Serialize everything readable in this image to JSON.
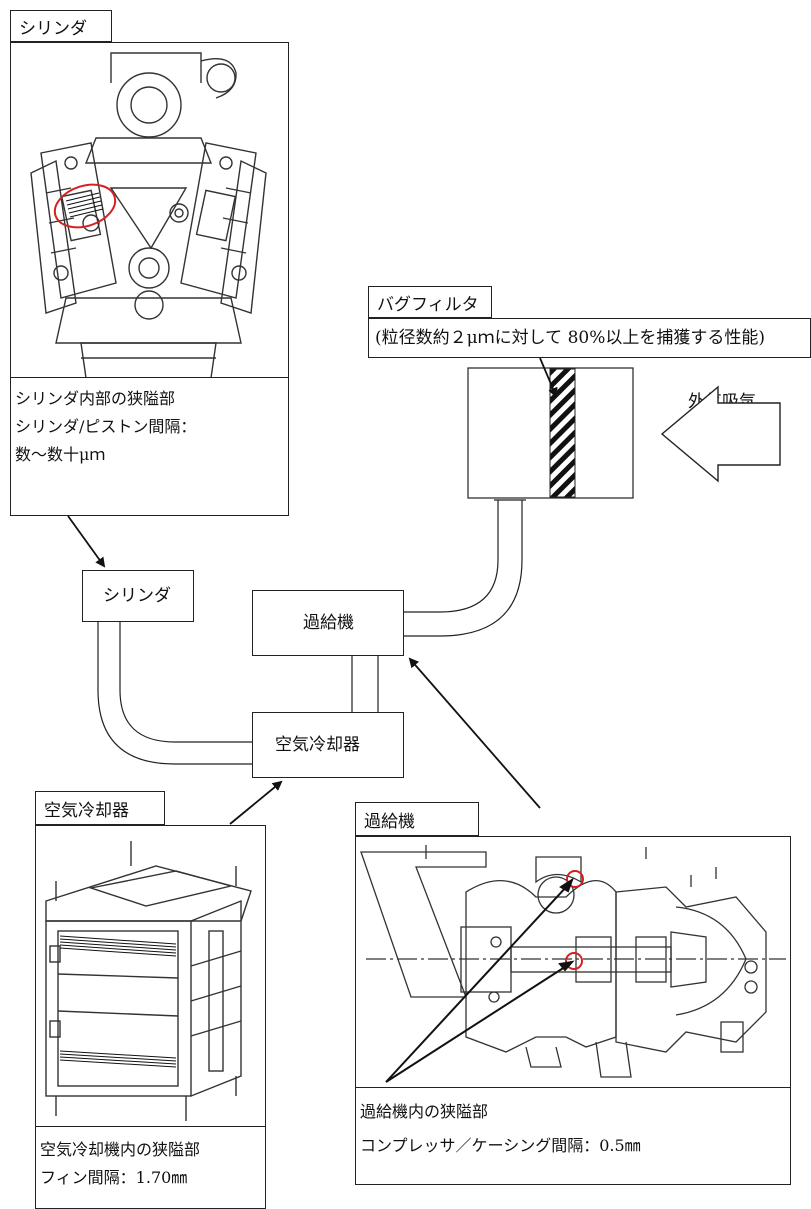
{
  "cylinder_panel": {
    "title": "シリンダ",
    "desc_line1": "シリンダ内部の狭隘部",
    "desc_line2": "シリンダ/ピストン間隔：",
    "desc_line3": "数～数十μｍ"
  },
  "bag_filter": {
    "title": "バグフィルタ",
    "spec": "(粒径数約２μｍに対して 80%以上を捕獲する性能)"
  },
  "outside_air": {
    "label": "外気吸気"
  },
  "flow_boxes": {
    "cylinder": "シリンダ",
    "turbocharger": "過給機",
    "air_cooler": "空気冷却器"
  },
  "air_cooler_panel": {
    "title": "空気冷却器",
    "desc_line1": "空気冷却機内の狭隘部",
    "desc_line2": "フィン間隔：1.70㎜"
  },
  "turbo_panel": {
    "title": "過給機",
    "desc_line1": "過給機内の狭隘部",
    "desc_line2": "コンプレッサ／ケーシング間隔：0.5㎜"
  },
  "colors": {
    "highlight": "#d62020",
    "line": "#222222"
  }
}
